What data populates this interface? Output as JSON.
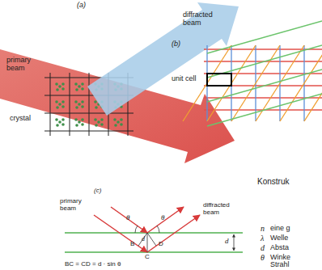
{
  "diagram": {
    "labels": [
      "(a)",
      "primary beam",
      "crystal",
      "diffracted beam",
      "(b)",
      "unit cell",
      "Konstruk",
      "(c)",
      "primary beam",
      "θ",
      "θ",
      "B",
      "d",
      "D",
      "C",
      "d",
      "diffracted beam",
      "BC = CD = d · sin θ",
      "n",
      "eine g",
      "λ",
      "Welle",
      "d",
      "Absta",
      "θ",
      "Winke",
      "Strahl"
    ]
  }
}
